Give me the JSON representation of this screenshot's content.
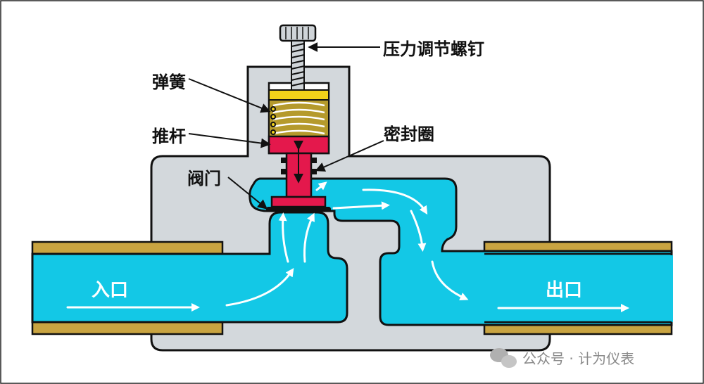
{
  "labels": {
    "screw": "压力调节螺钉",
    "spring": "弹簧",
    "push_rod": "推杆",
    "seal": "密封圈",
    "valve": "阀门",
    "inlet": "入口",
    "outlet": "出口"
  },
  "watermark": "公众号 · 计为仪表",
  "colors": {
    "body": "#d3d8dc",
    "water": "#13c8e6",
    "brass": "#c9a441",
    "spring_cap": "#f2d21a",
    "rod": "#e4184c",
    "outline": "#111111"
  }
}
